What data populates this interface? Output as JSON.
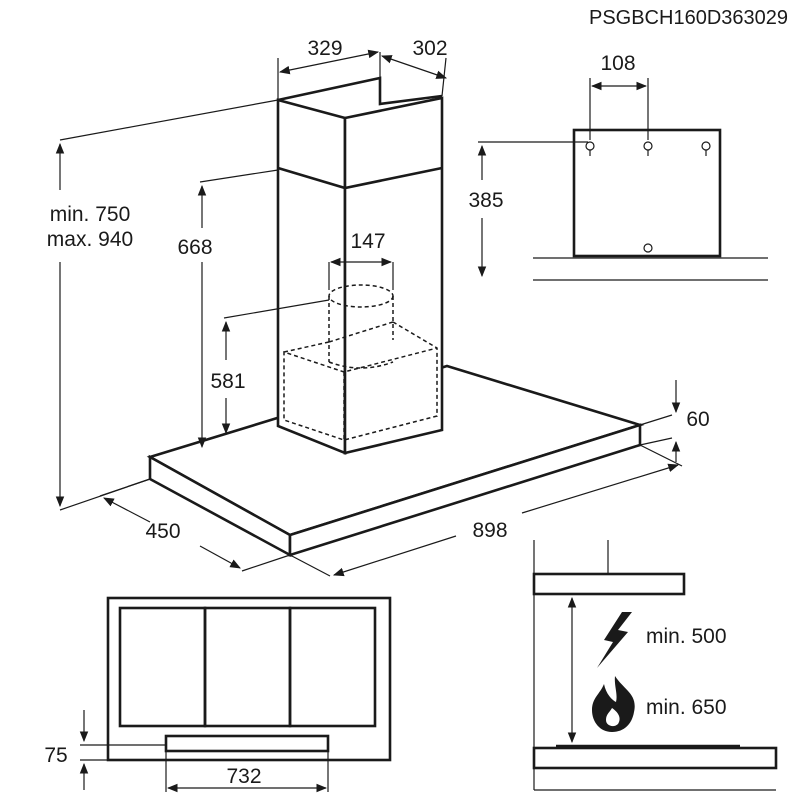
{
  "model_code": "PSGBCH160D363029",
  "dimensions": {
    "chimney_width": "329",
    "chimney_depth": "302",
    "bracket_spacing": "108",
    "bracket_height": "385",
    "overall_height_min": "min. 750",
    "overall_height_max": "max. 940",
    "chimney_height": "668",
    "duct_diameter": "147",
    "motor_height": "581",
    "canopy_thickness": "60",
    "canopy_depth": "450",
    "canopy_width": "898",
    "filter_depth": "75",
    "filter_width": "732"
  },
  "clearances": {
    "electric_label": "min. 500",
    "gas_label": "min. 650"
  },
  "icons": {
    "electric": "lightning-bolt-icon",
    "gas": "flame-icon"
  }
}
